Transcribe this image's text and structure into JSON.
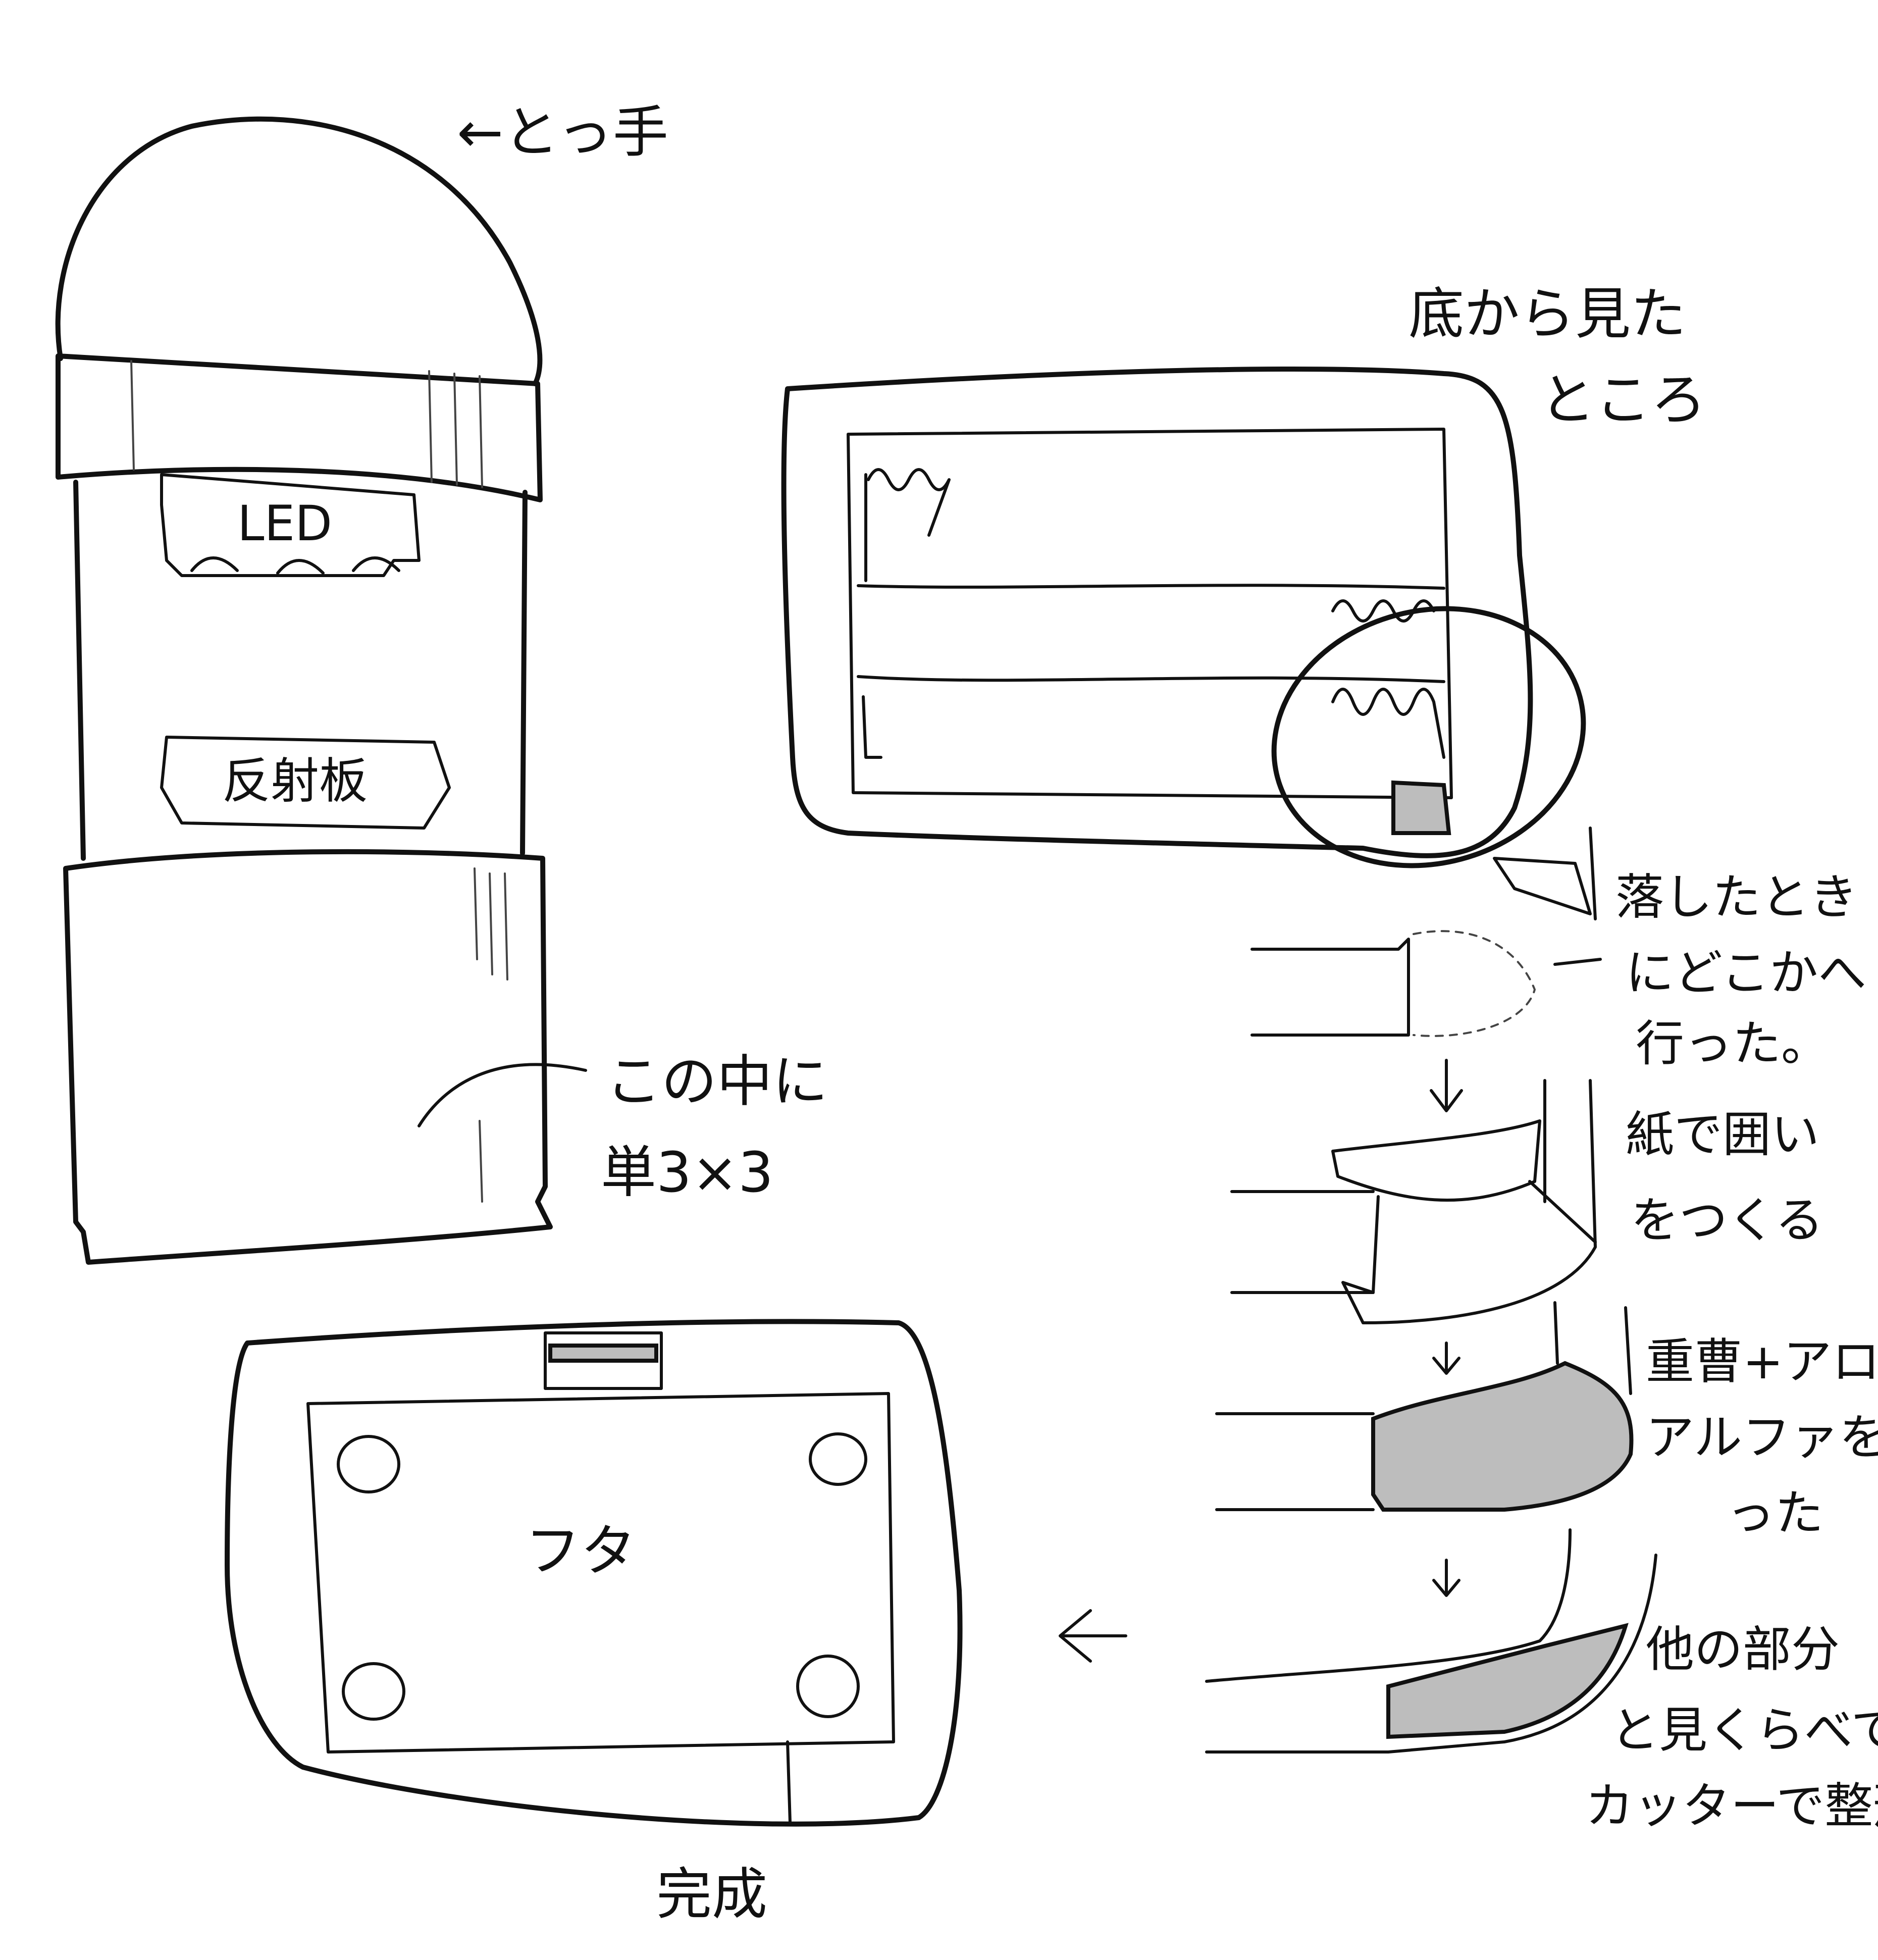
{
  "flashlight": {
    "handle_label": "←とっ手",
    "led_label": "LED",
    "reflector_label": "反射板",
    "battery_label_line1": "この中に",
    "battery_label_line2": "単3×3"
  },
  "bottom_view": {
    "title_line1": "底から見た",
    "title_line2": "ところ"
  },
  "repair_steps": [
    {
      "id": "dropped",
      "lines": [
        "落したとき",
        "にどこかへ",
        "行った。"
      ]
    },
    {
      "id": "paper",
      "lines": [
        "紙で囲い",
        "をつくる"
      ]
    },
    {
      "id": "putty",
      "lines": [
        "重曹+アロン",
        "アルファを盛",
        "った"
      ]
    },
    {
      "id": "trim",
      "lines": [
        "他の部分",
        "と見くらべて",
        "カッターで整形"
      ]
    }
  ],
  "completed": {
    "lid_label": "フタ",
    "caption": "完成"
  },
  "colors": {
    "ink": "#111111",
    "paper": "#ffffff",
    "fill": "#bdbdbd"
  }
}
